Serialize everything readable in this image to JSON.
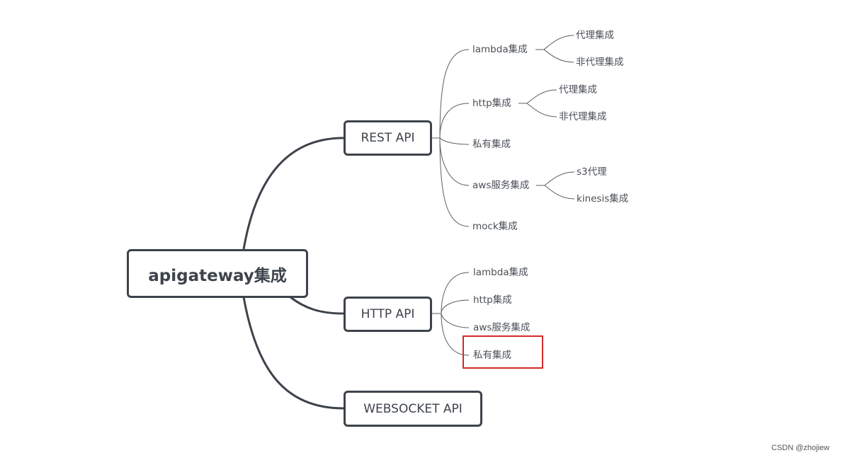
{
  "root": {
    "label": "apigateway集成"
  },
  "branches": [
    {
      "label": "REST API",
      "children": [
        {
          "label": "lambda集成",
          "children": [
            "代理集成",
            "非代理集成"
          ]
        },
        {
          "label": "http集成",
          "children": [
            "代理集成",
            "非代理集成"
          ]
        },
        {
          "label": "私有集成",
          "children": []
        },
        {
          "label": "aws服务集成",
          "children": [
            "s3代理",
            "kinesis集成"
          ]
        },
        {
          "label": "mock集成",
          "children": []
        }
      ]
    },
    {
      "label": "HTTP API",
      "children": [
        {
          "label": "lambda集成",
          "children": []
        },
        {
          "label": "http集成",
          "children": []
        },
        {
          "label": "aws服务集成",
          "children": []
        },
        {
          "label": "私有集成",
          "children": [],
          "highlighted": true
        }
      ]
    },
    {
      "label": "WEBSOCKET API",
      "children": []
    }
  ],
  "colors": {
    "line": "#3d434b",
    "thin_line": "#5a5f66",
    "highlight": "#d42a2a"
  },
  "watermark": "CSDN @zhojiew"
}
